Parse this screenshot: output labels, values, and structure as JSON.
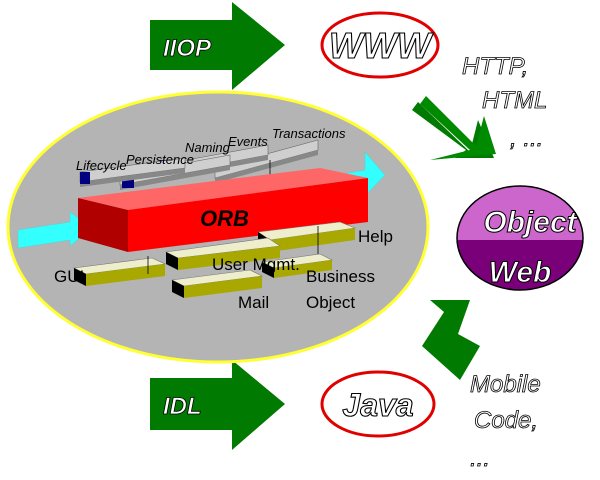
{
  "arrows": {
    "iiop_label": "IIOP",
    "idl_label": "IDL"
  },
  "ovals": {
    "www_label": "WWW",
    "java_label": "Java"
  },
  "annotations": {
    "http_line1": "HTTP,",
    "http_line2": "HTML",
    "http_line3": ", ...",
    "mobile_line1": "Mobile",
    "mobile_line2": "Code,",
    "mobile_line3": "..."
  },
  "object_web": {
    "line1": "Object",
    "line2": "Web"
  },
  "orb": {
    "label": "ORB",
    "services": [
      "Lifecycle",
      "Persistence",
      "Naming",
      "Events",
      "Transactions"
    ],
    "facilities": {
      "help": "Help",
      "gui": "GUI",
      "user_mgmt": "User Mgmt.",
      "business_line1": "Business",
      "business_line2": "Object",
      "mail": "Mail"
    }
  },
  "colors": {
    "green_arrow": "#007a00",
    "red_oval": "#e00000",
    "orb_red": "#ff0000",
    "cyan_arrow": "#33ffff",
    "yellow_ring": "#ffff33",
    "gray_fill": "#b4b4b4",
    "object_web_purple": "#7a007a",
    "object_web_magenta": "#cc66cc",
    "service_blue": "#000080",
    "facility_olive": "#a8a800"
  }
}
